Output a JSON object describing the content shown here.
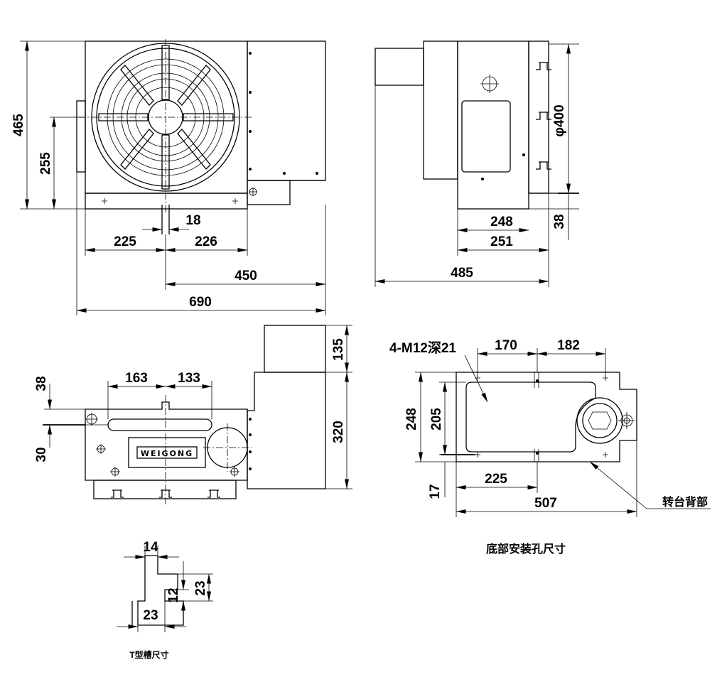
{
  "dimensions": {
    "top_left": {
      "height_total": "465",
      "height_center": "255",
      "slot_width": "18",
      "left_offset": "225",
      "right_offset": "226",
      "center_to_right": "450",
      "overall_length": "690"
    },
    "top_right": {
      "table_diameter": "φ400",
      "base_to_top": "38",
      "depth_248": "248",
      "depth_251": "251",
      "overall": "485"
    },
    "front": {
      "top_offset": "38",
      "slot_offset": "30",
      "left_span": "163",
      "right_span": "133",
      "motor_height": "135",
      "body_height": "320"
    },
    "bottom": {
      "tap_note": "4-M12深21",
      "span_170": "170",
      "span_182": "182",
      "height_248": "248",
      "height_205": "205",
      "span_225": "225",
      "edge_17": "17",
      "overall_507": "507"
    },
    "tslot": {
      "width_top": "14",
      "depth_12": "12",
      "depth_23": "23",
      "width_bottom": "23"
    }
  },
  "labels": {
    "nameplate": "WEIGONG",
    "rear_label": "转台背部",
    "bottom_title": "底部安装孔尺寸",
    "tslot_title": "T型槽尺寸"
  }
}
